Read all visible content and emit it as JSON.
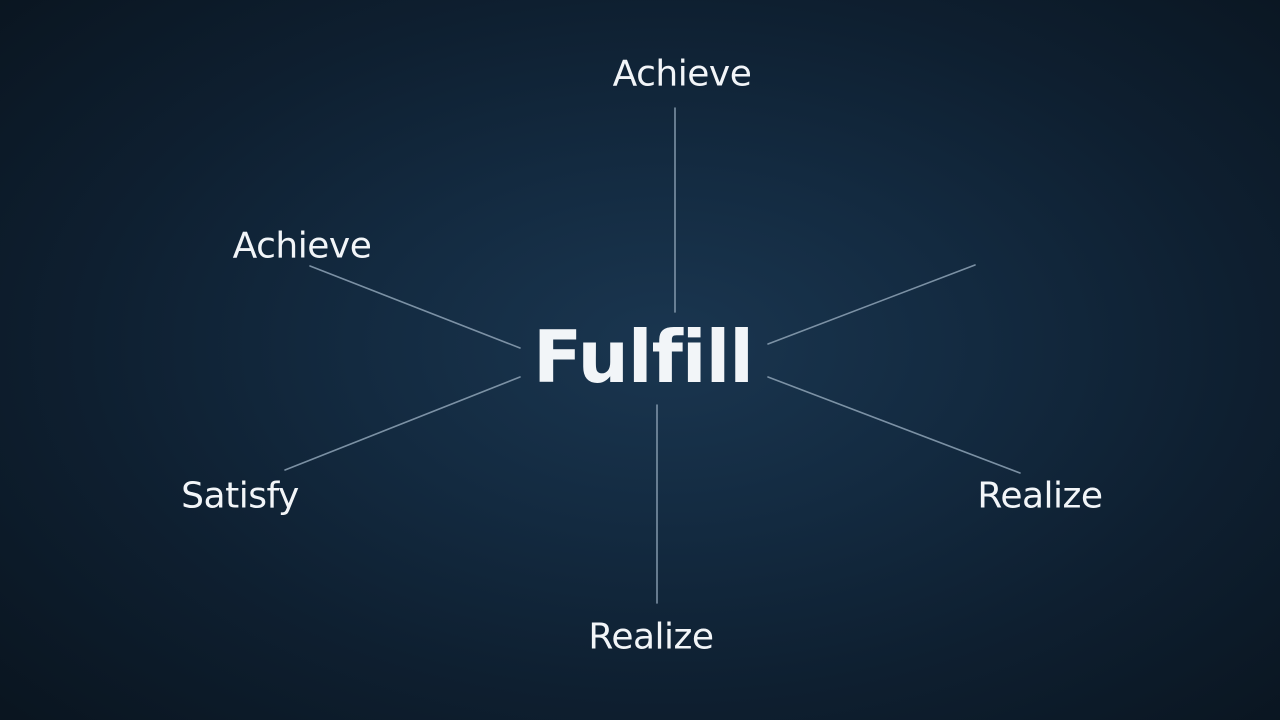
{
  "center": {
    "label": "Fulfill"
  },
  "nodes": {
    "top": {
      "label": "Achieve"
    },
    "left": {
      "label": "Achieve"
    },
    "satisfy": {
      "label": "Satisfy"
    },
    "bottom": {
      "label": "Realize"
    },
    "right": {
      "label": "Realize"
    }
  },
  "colors": {
    "text": "#f2f5f8",
    "connector": "#8ea3b6",
    "background_center": "#1a3650",
    "background_edge": "#0a1520"
  }
}
